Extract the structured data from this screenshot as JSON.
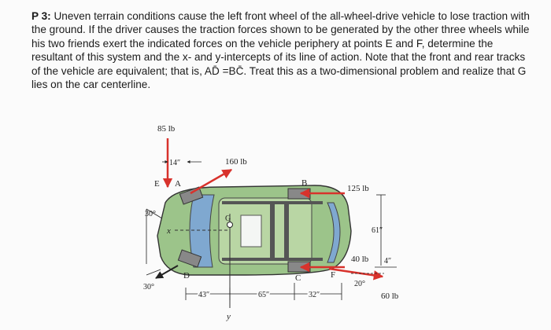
{
  "problem": {
    "label": "P 3:",
    "text": "Uneven terrain conditions cause the left front wheel of the all-wheel-drive vehicle to lose traction with the ground. If the driver causes the traction forces shown to be generated by the other three wheels while his two friends exert the indicated forces on the vehicle periphery at points E and F, determine the resultant of this system and the x- and y-intercepts of its line of action. Note that the front and rear tracks of the vehicle are equivalent; that is, AD̄ =BC̄. Treat this as a two-dimensional problem and realize that G lies on the car centerline."
  },
  "figure": {
    "forces": {
      "e_force": "85 lb",
      "front_wheel_force": "160 lb",
      "right_front_force": "125 lb",
      "right_rear_force": "40 lb",
      "f_force": "60 lb"
    },
    "dimensions": {
      "e_offset": "14″",
      "width_61": "61″",
      "offset_4": "4″",
      "dim_43": "43″",
      "dim_65": "65″",
      "dim_32": "32″"
    },
    "angles": {
      "angle_left_top": "30°",
      "angle_left_bottom": "30°",
      "angle_f": "20°"
    },
    "points": {
      "E": "E",
      "A": "A",
      "B": "B",
      "C": "C",
      "D": "D",
      "F": "F",
      "G": "G"
    },
    "axes": {
      "x": "x",
      "y": "y"
    },
    "colors": {
      "car_body": "#9cc48a",
      "roof": "#b9d6a4",
      "glass": "#7fa8d0",
      "force_arrow": "#d8322c"
    }
  }
}
